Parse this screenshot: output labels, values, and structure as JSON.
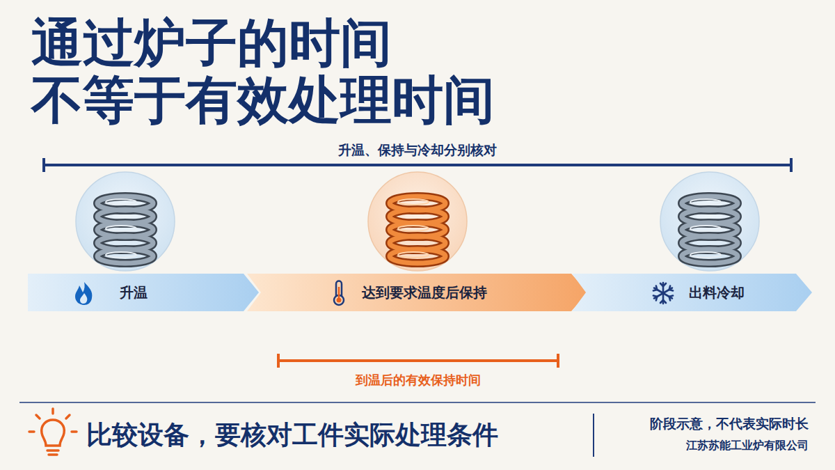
{
  "diagram": {
    "title": "通过炉子的时间 不等于有效处理时间",
    "caption": "比较设备，要核对工件实际处理条件",
    "nodes": [
      {
        "text": [
          "升温"
        ]
      },
      {
        "text": [
          "达到要求温度后保持"
        ]
      },
      {
        "text": [
          "出料冷却"
        ]
      }
    ],
    "labels": [
      "升温、保持与冷却分别核对",
      "到温后的有效保持时间",
      "阶段示意，不代表实际时长",
      "江苏苏能工业炉有限公司"
    ]
  }
}
